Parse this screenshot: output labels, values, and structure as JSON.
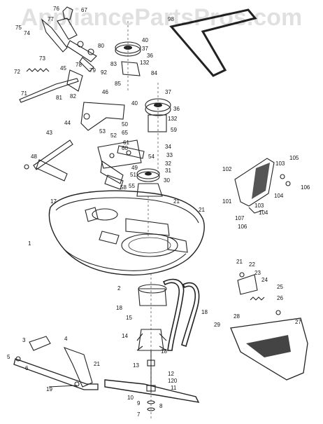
{
  "watermark": "AppliancePartsPros.com",
  "labels": [
    "76",
    "77",
    "67",
    "75",
    "74",
    "73",
    "80",
    "78",
    "79",
    "92",
    "40",
    "37",
    "36",
    "132",
    "84",
    "83",
    "85",
    "98",
    "72",
    "45",
    "81",
    "82",
    "71",
    "46",
    "44",
    "43",
    "40",
    "37",
    "36",
    "50",
    "65",
    "132",
    "59",
    "60",
    "52",
    "61",
    "53",
    "54",
    "33",
    "34",
    "58",
    "51",
    "32",
    "55",
    "31",
    "30",
    "21",
    "49",
    "48",
    "102",
    "103",
    "105",
    "101",
    "104",
    "106",
    "103",
    "104",
    "107",
    "106",
    "17",
    "21",
    "1",
    "22",
    "23",
    "24",
    "21",
    "25",
    "26",
    "27",
    "28",
    "29",
    "2",
    "18",
    "15",
    "14",
    "18",
    "18",
    "3",
    "4",
    "5",
    "6",
    "21",
    "19",
    "13",
    "12",
    "120",
    "11",
    "10",
    "9",
    "8",
    "7"
  ],
  "colors": {
    "ink": "#222222",
    "background": "#ffffff",
    "watermark": "#000000"
  }
}
